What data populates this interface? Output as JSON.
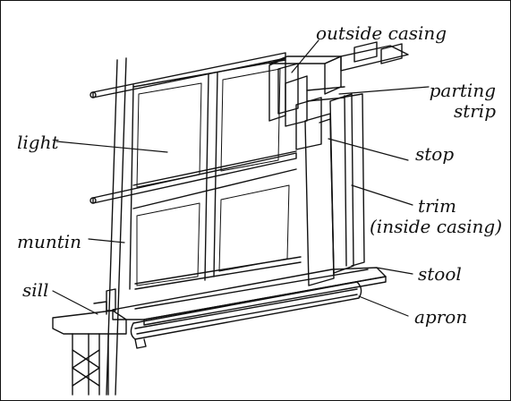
{
  "labels": {
    "outside_casing": "outside casing",
    "parting_strip_1": "parting",
    "parting_strip_2": "strip",
    "light": "light",
    "stop": "stop",
    "trim_1": "trim",
    "trim_2": "(inside casing)",
    "muntin": "muntin",
    "stool": "stool",
    "sill": "sill",
    "apron": "apron"
  },
  "colors": {
    "ink": "#111111",
    "paper": "#ffffff"
  }
}
